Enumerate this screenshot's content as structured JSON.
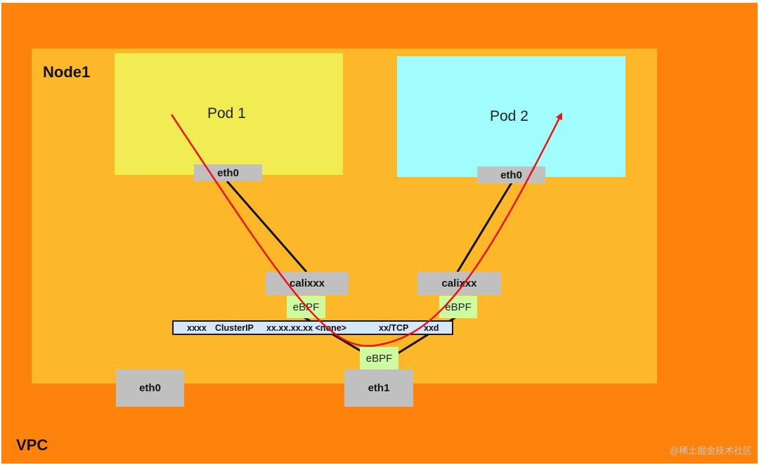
{
  "vpc": {
    "label": "VPC"
  },
  "node": {
    "label": "Node1"
  },
  "pods": {
    "pod1": "Pod 1",
    "pod2": "Pod 2"
  },
  "interfaces": {
    "pod1_eth0": "eth0",
    "pod2_eth0": "eth0",
    "cali_left": "calixxx",
    "cali_right": "calixxx",
    "host_eth0": "eth0",
    "host_eth1": "eth1"
  },
  "ebpf": {
    "left": "eBPF",
    "right": "eBPF",
    "bottom": "eBPF"
  },
  "service": {
    "name": "xxxx",
    "type": "ClusterIP",
    "ip": "xx.xx.xx.xx <none>",
    "port": "xx/TCP",
    "age": "xxd"
  },
  "colors": {
    "vpc": "#fe830c",
    "node": "#fdb829",
    "pod1": "#f0ec52",
    "pod2": "#a1fdfd",
    "interface": "#c0c0c0",
    "ebpf": "#cdfba0",
    "service_row": "#d6e6fb",
    "flow_arrow": "#ee1111"
  },
  "watermark": "@稀土掘金技术社区"
}
